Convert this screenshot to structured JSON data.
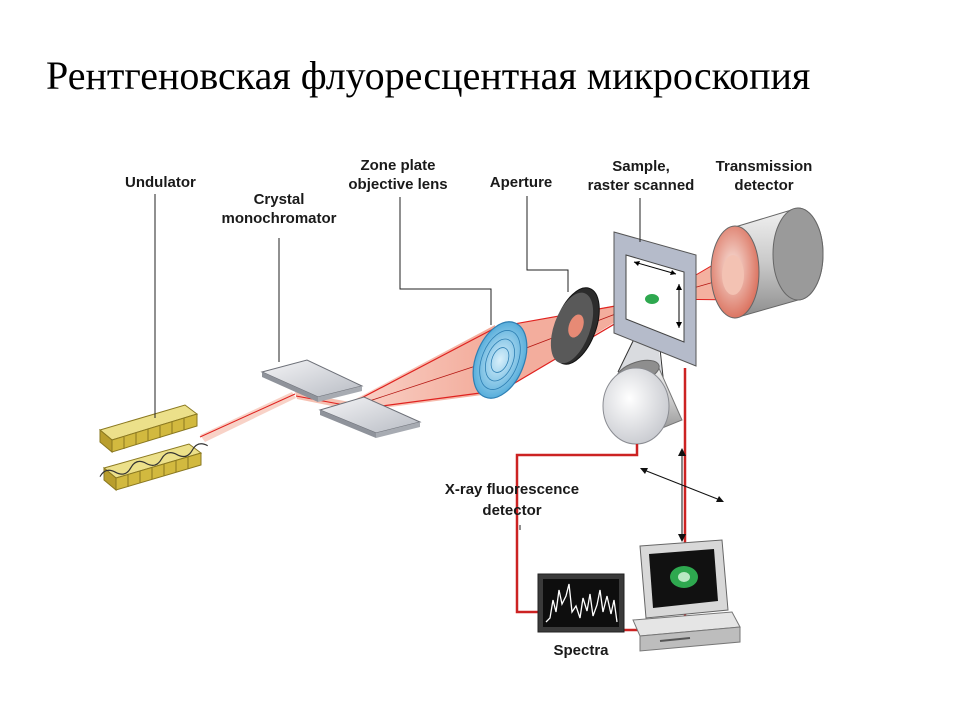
{
  "slide": {
    "title": "Рентгеновская флуоресцентная микроскопия"
  },
  "labels": {
    "undulator": "Undulator",
    "crystal_line1": "Crystal",
    "crystal_line2": "monochromator",
    "zone_line1": "Zone plate",
    "zone_line2": "objective lens",
    "aperture": "Aperture",
    "sample_line1": "Sample,",
    "sample_line2": "raster scanned",
    "trans_line1": "Transmission",
    "trans_line2": "detector",
    "fluor_line1": "X-ray fluorescence",
    "fluor_line2": "detector",
    "spectra": "Spectra"
  },
  "colors": {
    "beam": "#e0221f",
    "beam_fill": "#f4a38f",
    "undulator_magnet": "#d8c24a",
    "cable": "#cc2222",
    "spectrum_trace": "#ffffff",
    "specimen": "#2ea84f"
  },
  "icons": [
    "undulator-magnets",
    "crystal-plates",
    "zone-plate-lens",
    "aperture-disc",
    "sample-frame",
    "transmission-detector-cylinder",
    "fluorescence-detector-cylinder",
    "spectra-monitor",
    "computer-workstation"
  ]
}
